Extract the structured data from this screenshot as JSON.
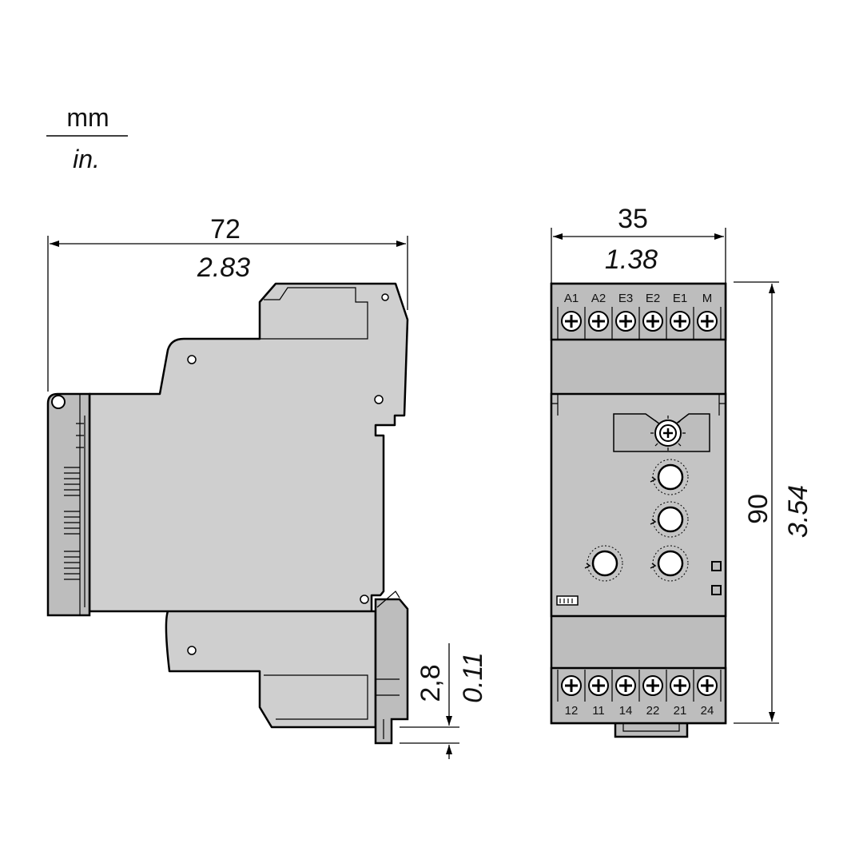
{
  "units": {
    "primary": "mm",
    "secondary": "in."
  },
  "side_view": {
    "depth": {
      "mm": "72",
      "in": "2.83"
    },
    "rail_offset": {
      "mm": "2,8",
      "in": "0.11"
    }
  },
  "front_view": {
    "width": {
      "mm": "35",
      "in": "1.38"
    },
    "height": {
      "mm": "90",
      "in": "3.54"
    },
    "top_terminals": [
      "A1",
      "A2",
      "E3",
      "E2",
      "E1",
      "M"
    ],
    "bottom_terminals": [
      "12",
      "11",
      "14",
      "22",
      "21",
      "24"
    ]
  }
}
